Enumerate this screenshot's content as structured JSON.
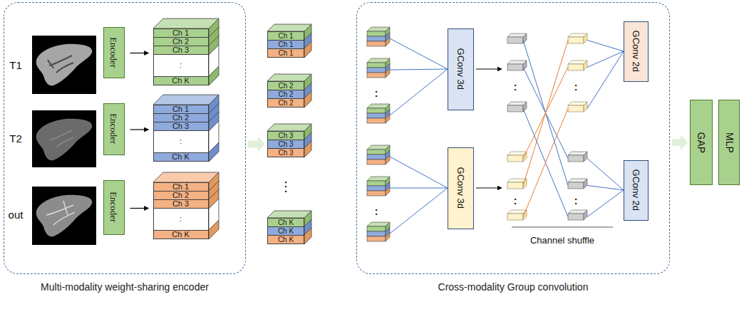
{
  "diagram": {
    "nodes": [
      {
        "text": [
          "Multi-modality weight-sharing encoder"
        ]
      },
      {
        "text": [
          "Encoder"
        ],
        "in": 0
      },
      {
        "text": [
          "Ch 1",
          "Ch 2",
          "Ch 3",
          ":",
          "Ch K"
        ],
        "in": 0
      },
      {
        "text": [
          "Encoder"
        ],
        "in": 0
      },
      {
        "text": [
          "Ch 1",
          "Ch 2",
          "Ch 3",
          ":",
          "Ch K"
        ],
        "in": 0
      },
      {
        "text": [
          "Encoder"
        ],
        "in": 0
      },
      {
        "text": [
          "Ch 1",
          "Ch 2",
          "Ch 3",
          ":",
          "Ch K"
        ],
        "in": 0
      },
      {
        "text": [
          "Ch 1",
          "Ch 1",
          "Ch 1"
        ]
      },
      {
        "text": [
          "Ch 2",
          "Ch 2",
          "Ch 2"
        ]
      },
      {
        "text": [
          "Ch 3",
          "Ch 3",
          "Ch 3"
        ]
      },
      {
        "text": [
          "Ch K",
          "Ch K",
          "Ch K"
        ]
      },
      {
        "text": [
          "Cross-modality Group convolution"
        ]
      },
      {
        "text": [
          "GConv 3d"
        ],
        "in": 11
      },
      {
        "text": [
          "GConv 3d"
        ],
        "in": 11
      },
      {
        "text": [
          "GConv 2d"
        ],
        "in": 11
      },
      {
        "text": [
          "GConv 2d"
        ],
        "in": 11
      },
      {
        "text": [
          "GAP"
        ]
      },
      {
        "text": [
          "MLP"
        ]
      }
    ],
    "edges": [
      {
        "from": 1,
        "to": 2,
        "arrow": "to"
      },
      {
        "from": 3,
        "to": 4,
        "arrow": "to"
      },
      {
        "from": 5,
        "to": 6,
        "arrow": "to"
      },
      {
        "from": 0,
        "to": 9,
        "arrow": "to"
      },
      {
        "from": 11,
        "to": 16,
        "arrow": "to"
      }
    ],
    "labels": [
      "T1",
      "T2",
      "out",
      "⋮",
      ":",
      ":",
      ":",
      ":",
      ":",
      ":",
      "Channel shuffle"
    ]
  }
}
